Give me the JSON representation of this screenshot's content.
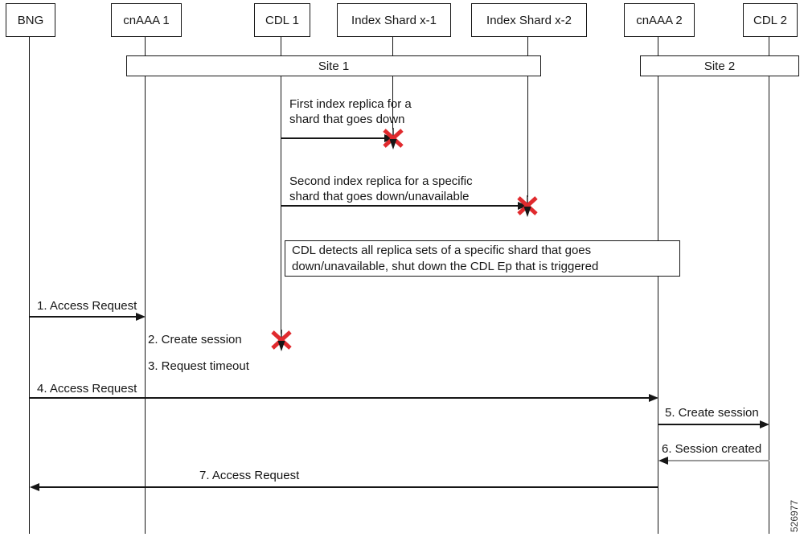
{
  "figure": {
    "number": "526977"
  },
  "colors": {
    "line": "#161616",
    "x_mark_red": "#e02a2e",
    "return_line_gray": "#999999",
    "background": "#ffffff"
  },
  "actors": [
    {
      "label": "BNG"
    },
    {
      "label": "cnAAA 1"
    },
    {
      "label": "CDL 1"
    },
    {
      "label": "Index Shard x-1"
    },
    {
      "label": "Index Shard x-2"
    },
    {
      "label": "cnAAA 2"
    },
    {
      "label": "CDL 2"
    }
  ],
  "sites": [
    {
      "label": "Site 1"
    },
    {
      "label": "Site 2"
    }
  ],
  "annotations": {
    "first_replica": {
      "lines": [
        "First index replica for a",
        "shard that goes down"
      ]
    },
    "second_replica": {
      "lines": [
        "Second index replica for a specific",
        "shard that goes down/unavailable"
      ]
    },
    "note": {
      "lines": [
        "CDL detects all replica sets of a specific shard that goes",
        "down/unavailable, shut down the CDL Ep that is triggered"
      ]
    }
  },
  "messages": [
    {
      "label": "1. Access Request"
    },
    {
      "label": "2. Create session"
    },
    {
      "label": "3. Request timeout"
    },
    {
      "label": "4. Access Request"
    },
    {
      "label": "5. Create session"
    },
    {
      "label": "6. Session created"
    },
    {
      "label": "7. Access Request"
    }
  ]
}
